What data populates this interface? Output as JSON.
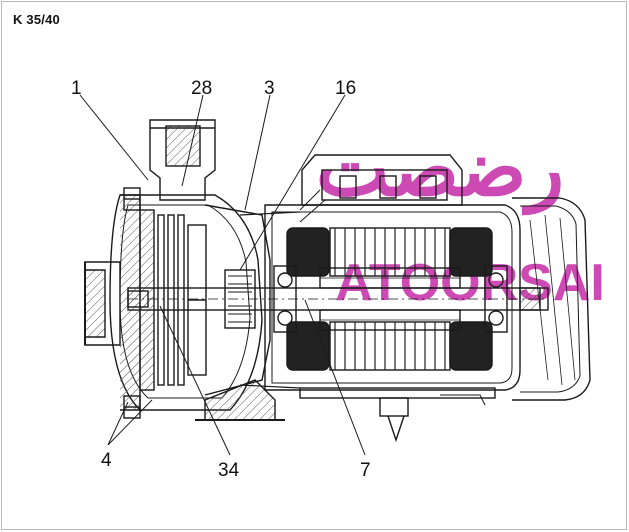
{
  "diagram": {
    "title": "K 35/40",
    "callouts": [
      "1",
      "28",
      "3",
      "16",
      "4",
      "34",
      "7"
    ],
    "watermark": {
      "script_text": "رضصت",
      "latin_text": "ATOORSAI"
    },
    "colors": {
      "line": "#1a1a1a",
      "hatch": "#555555",
      "watermark": "#c52aa8",
      "frame": "#b9b9b9",
      "winding": "#222222"
    }
  }
}
